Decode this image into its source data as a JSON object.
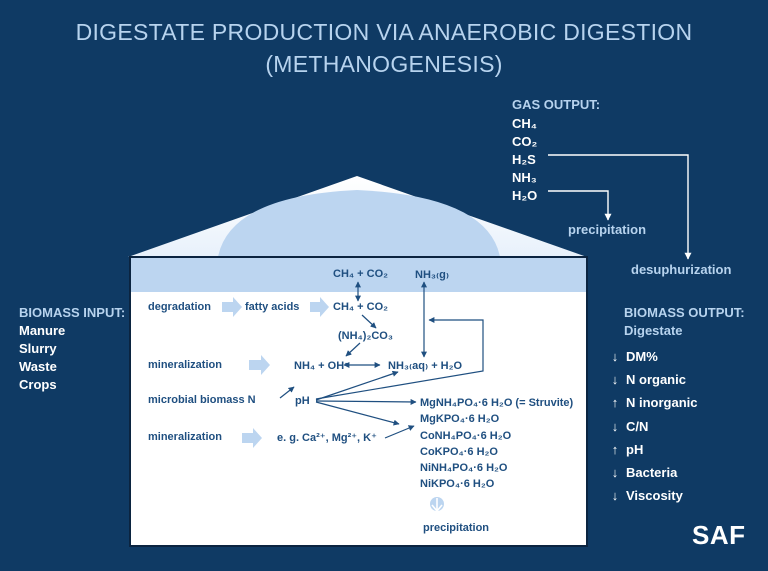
{
  "title": {
    "line1": "DIGESTATE PRODUCTION VIA ANAEROBIC DIGESTION",
    "line2": "(METHANOGENESIS)"
  },
  "gas_output": {
    "heading": "GAS OUTPUT:",
    "items": [
      "CH₄",
      "CO₂",
      "H₂S",
      "NH₃",
      "H₂O"
    ],
    "precipitation_label": "precipitation",
    "desulphurization_label": "desuphurization"
  },
  "biomass_input": {
    "heading": "BIOMASS INPUT:",
    "items": [
      "Manure",
      "Slurry",
      "Waste",
      "Crops"
    ]
  },
  "biomass_output": {
    "heading": "BIOMASS OUTPUT:",
    "subheading": "Digestate",
    "items": [
      {
        "label": "DM%",
        "direction": "down"
      },
      {
        "label": "N organic",
        "direction": "down"
      },
      {
        "label": "N inorganic",
        "direction": "up"
      },
      {
        "label": "C/N",
        "direction": "down"
      },
      {
        "label": "pH",
        "direction": "up"
      },
      {
        "label": "Bacteria",
        "direction": "down"
      },
      {
        "label": "Viscosity",
        "direction": "down"
      }
    ]
  },
  "digester": {
    "headspace": {
      "ch4_co2": "CH₄ + CO₂",
      "nh3_gas": "NH₃₍g₎"
    },
    "degradation": "degradation",
    "fatty_acids": "fatty acids",
    "ch4_co2_product": "CH₄ + CO₂",
    "ammonium_carbonate": "(NH₄)₂CO₃",
    "mineralization_1": "mineralization",
    "ammonium": "NH₄ + OH⁻",
    "ammonia_aq": "NH₃₍aq₎ + H₂O",
    "microbial_biomass": "microbial biomass N",
    "ph": "pH",
    "mineralization_2": "mineralization",
    "ions": "e. g.  Ca²⁺, Mg²⁺, K⁺",
    "precipitates": [
      "MgNH₄PO₄·6 H₂O (= Struvite)",
      "MgKPO₄·6 H₂O",
      "CoNH₄PO₄·6 H₂O",
      "CoKPO₄·6 H₂O",
      "NiNH₄PO₄·6 H₂O",
      "NiKPO₄·6 H₂O"
    ],
    "precipitation_label": "precipitation"
  },
  "brand": "SAF",
  "colors": {
    "background": "#0f3a64",
    "title": "#b7d3ee",
    "digester_fill": "#ffffff",
    "headspace": "#bcd5f0",
    "node_text": "#1f4f80"
  }
}
